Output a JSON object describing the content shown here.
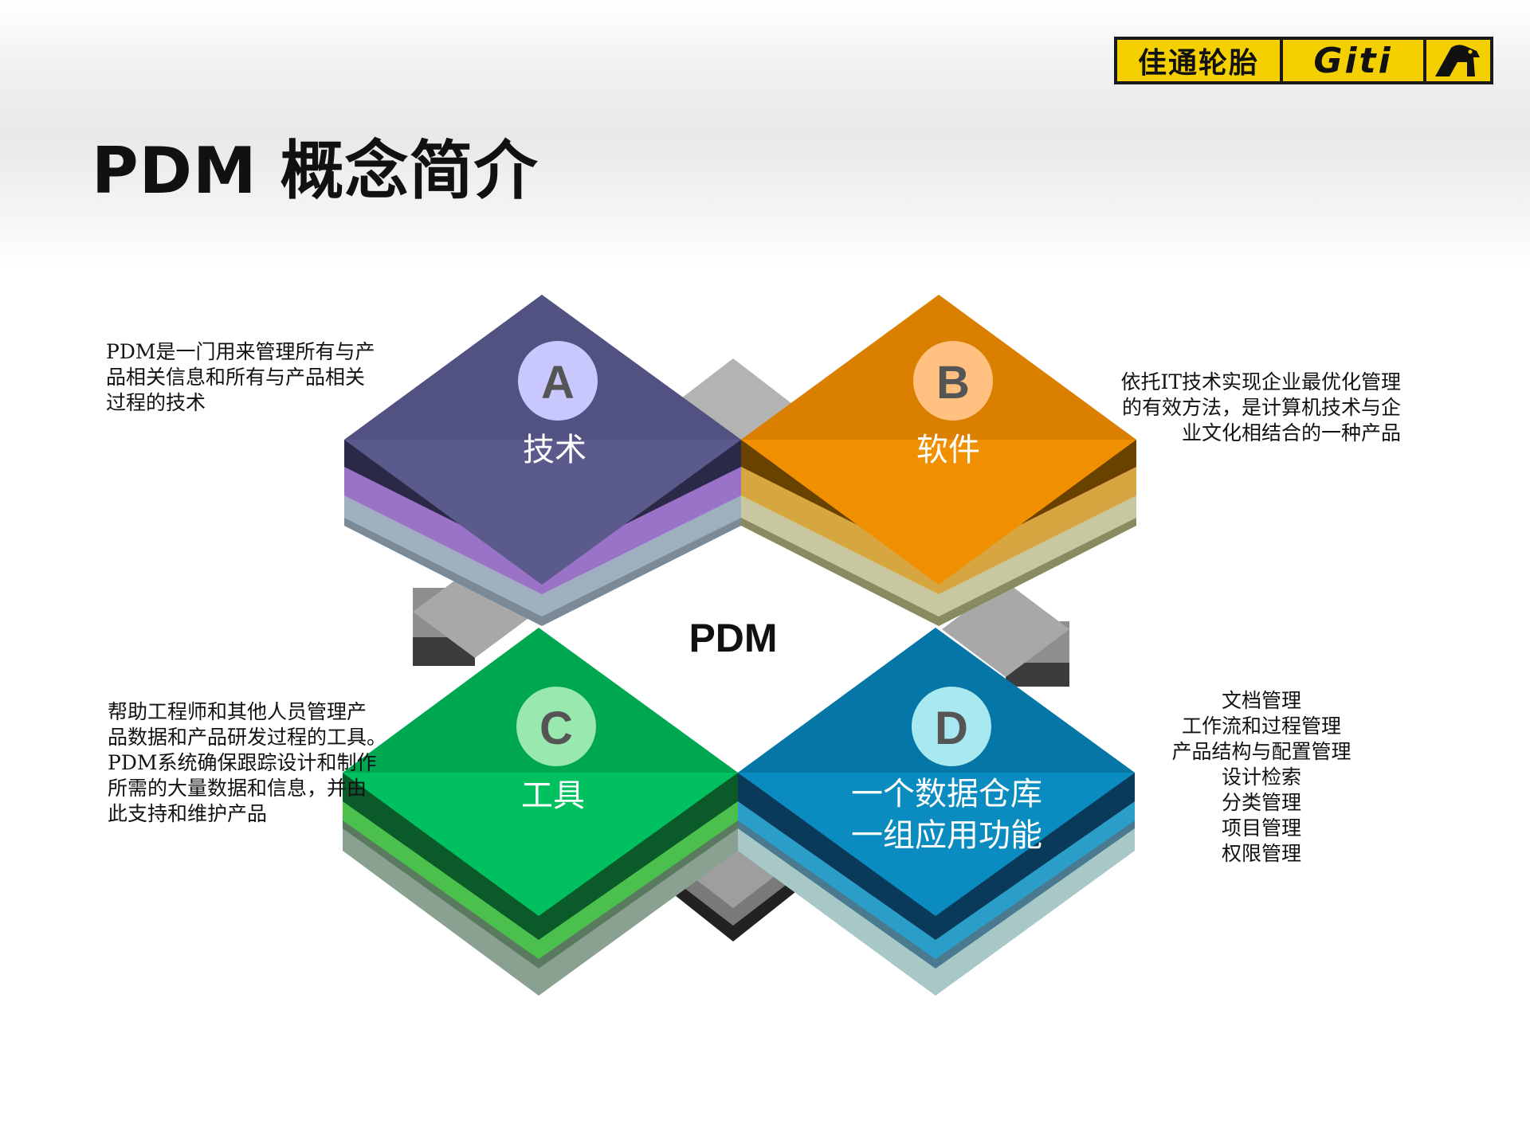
{
  "title": "PDM  概念简介",
  "logo": {
    "chinese": "佳通轮胎",
    "english": "Giti",
    "colors": {
      "background": "#f5d000",
      "border": "#1a1a1a"
    }
  },
  "center_label": "PDM",
  "tiles": [
    {
      "id": "a",
      "letter": "A",
      "label": "技术",
      "color": "#5a5a8c",
      "accent": "#9a72c8"
    },
    {
      "id": "b",
      "letter": "B",
      "label": "软件",
      "color": "#e88800",
      "accent": "#d8a640"
    },
    {
      "id": "c",
      "letter": "C",
      "label": "工具",
      "color": "#00b454",
      "accent": "#4cc04c"
    },
    {
      "id": "d",
      "letter": "D",
      "label_line1": "一个数据仓库",
      "label_line2": "一组应用功能",
      "color": "#0a86b8",
      "accent": "#2a9ec8"
    }
  ],
  "descriptions": {
    "a": "PDM是一门用来管理所有与产\n品相关信息和所有与产品相关\n过程的技术",
    "b": "依托IT技术实现企业最优化管理\n的有效方法，是计算机技术与企\n业文化相结合的一种产品",
    "c": "帮助工程师和其他人员管理产\n品数据和产品研发过程的工具。\nPDM系统确保跟踪设计和制作\n所需的大量数据和信息，并由\n此支持和维护产品",
    "d": "文档管理\n工作流和过程管理\n产品结构与配置管理\n设计检索\n分类管理\n项目管理\n权限管理"
  }
}
